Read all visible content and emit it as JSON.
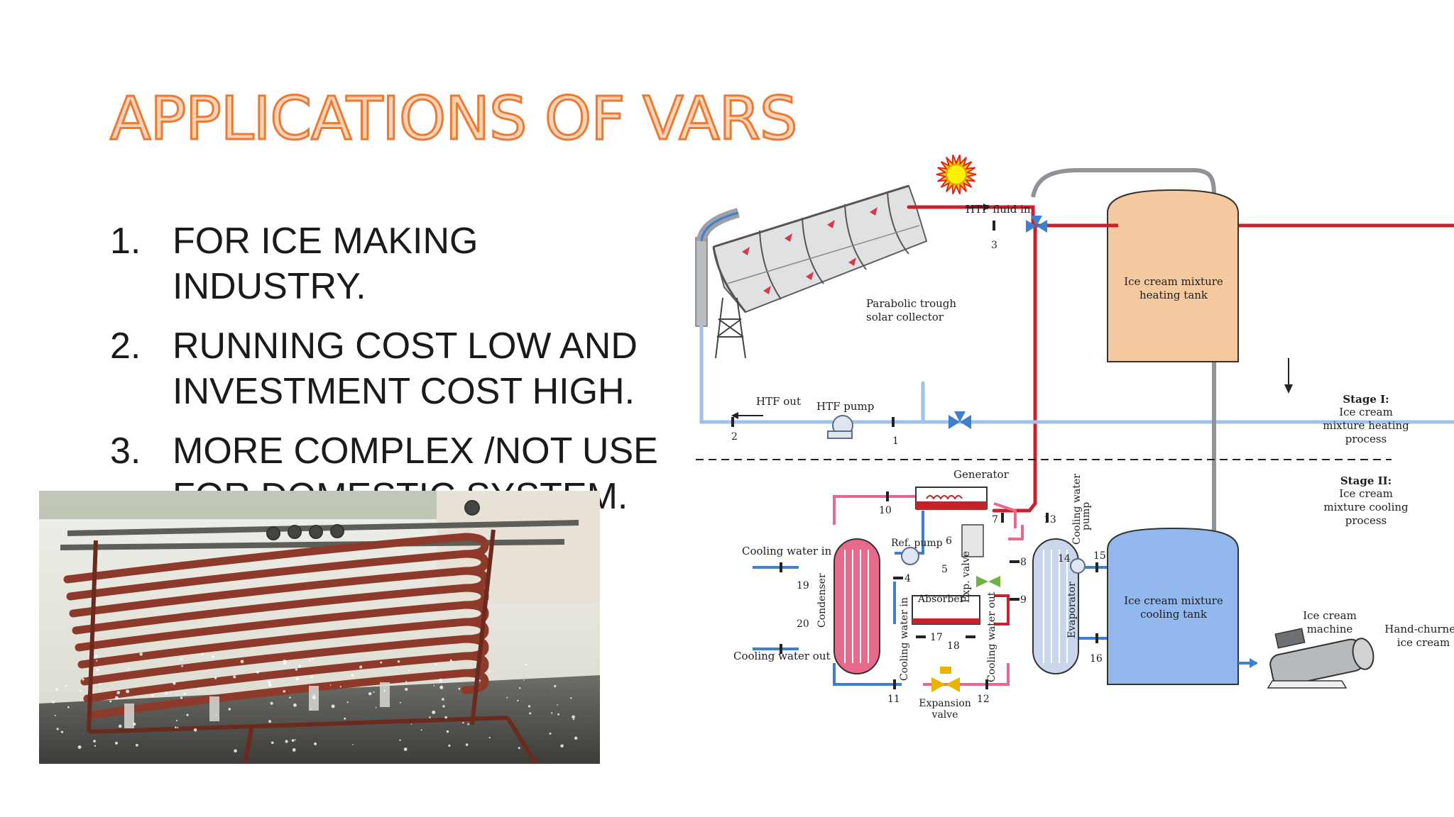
{
  "slide": {
    "title": "APPLICATIONS OF VARS",
    "points": [
      {
        "num": "1.",
        "lines": [
          "FOR ICE MAKING INDUSTRY."
        ]
      },
      {
        "num": "2.",
        "lines": [
          "RUNNING COST LOW AND",
          "INVESTMENT COST HIGH."
        ]
      },
      {
        "num": "3.",
        "lines": [
          "MORE COMPLEX /NOT USE",
          "FOR DOMESTIC SYSTEM."
        ]
      }
    ]
  },
  "colors": {
    "title_outline": "#ec7a32",
    "title_fill": "#f6d2b6",
    "hot_line": "#c8212b",
    "cold_line": "#9fc1ec",
    "grey_line": "#8f9296",
    "heating_tank": "#f5c99f",
    "cooling_tank": "#93b8ee",
    "condenser": "#e76a8c",
    "evaporator": "#c9d6ec"
  },
  "diagram": {
    "htf_fluid_in": "HTF fluid in",
    "collector_1": "Parabolic trough",
    "collector_2": "solar collector",
    "htf_out": "HTF out",
    "htf_pump": "HTF pump",
    "heating_tank_1": "Ice cream mixture",
    "heating_tank_2": "heating tank",
    "stage1_a": "Stage I:",
    "stage1_b": "Ice cream",
    "stage1_c": "mixture heating",
    "stage1_d": "process",
    "stage2_a": "Stage II:",
    "stage2_b": "Ice cream",
    "stage2_c": "mixture cooling",
    "stage2_d": "process",
    "generator": "Generator",
    "ref_pump": "Ref. pump",
    "cooling_water_in": "Cooling water in",
    "cooling_water_out": "Cooling water out",
    "condenser": "Condenser",
    "absorber": "Absorber",
    "exp_valve": "Exp. valve",
    "cw_in_vertical": "Cooling water in",
    "cw_out_vertical": "Cooling water out",
    "evaporator": "Evaporator",
    "cooling_water_pump_1": "Cooling water",
    "cooling_water_pump_2": "pump",
    "cooling_tank_1": "Ice cream mixture",
    "cooling_tank_2": "cooling tank",
    "expansion_valve_1": "Expansion",
    "expansion_valve_2": "valve",
    "ice_cream_machine_1": "Ice cream",
    "ice_cream_machine_2": "machine",
    "hand_churned_1": "Hand-churned",
    "hand_churned_2": "ice cream",
    "state_points": [
      "1",
      "2",
      "3",
      "4",
      "5",
      "6",
      "7",
      "8",
      "9",
      "10",
      "11",
      "12",
      "13",
      "14",
      "15",
      "16",
      "17",
      "18",
      "19",
      "20"
    ]
  },
  "photo": {
    "subject": "ice-making coil tanks with valves and pipe manifold"
  }
}
